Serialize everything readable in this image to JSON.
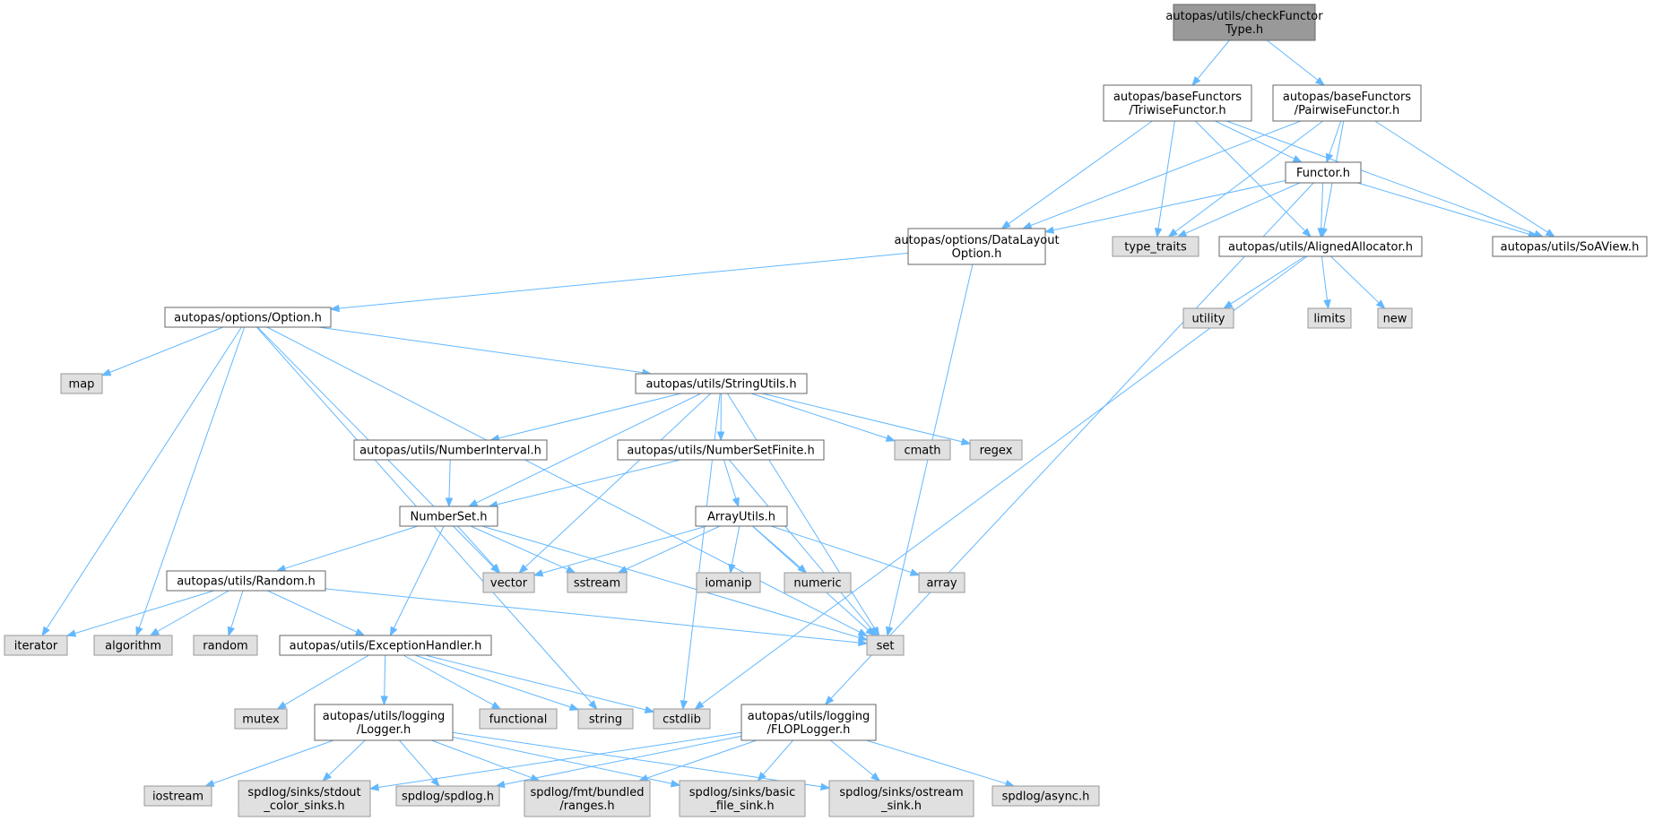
{
  "diagram": {
    "colors": {
      "edge": "#63b8ff",
      "root_fill": "#999999",
      "local_fill": "#ffffff",
      "system_fill": "#e0e0e0",
      "border": "#666666"
    },
    "nodes": [
      {
        "id": "root",
        "kind": "root",
        "lines": [
          "autopas/utils/checkFunctor",
          "Type.h"
        ]
      },
      {
        "id": "triwise",
        "kind": "local",
        "lines": [
          "autopas/baseFunctors",
          "/TriwiseFunctor.h"
        ]
      },
      {
        "id": "pairwise",
        "kind": "local",
        "lines": [
          "autopas/baseFunctors",
          "/PairwiseFunctor.h"
        ]
      },
      {
        "id": "functor",
        "kind": "local",
        "lines": [
          "Functor.h"
        ]
      },
      {
        "id": "datalayout",
        "kind": "local",
        "lines": [
          "autopas/options/DataLayout",
          "Option.h"
        ]
      },
      {
        "id": "type_traits",
        "kind": "system",
        "lines": [
          "type_traits"
        ]
      },
      {
        "id": "aligned",
        "kind": "local",
        "lines": [
          "autopas/utils/AlignedAllocator.h"
        ]
      },
      {
        "id": "soaview",
        "kind": "local",
        "lines": [
          "autopas/utils/SoAView.h"
        ]
      },
      {
        "id": "option",
        "kind": "local",
        "lines": [
          "autopas/options/Option.h"
        ]
      },
      {
        "id": "utility",
        "kind": "system",
        "lines": [
          "utility"
        ]
      },
      {
        "id": "limits",
        "kind": "system",
        "lines": [
          "limits"
        ]
      },
      {
        "id": "new",
        "kind": "system",
        "lines": [
          "new"
        ]
      },
      {
        "id": "map",
        "kind": "system",
        "lines": [
          "map"
        ]
      },
      {
        "id": "stringutils",
        "kind": "local",
        "lines": [
          "autopas/utils/StringUtils.h"
        ]
      },
      {
        "id": "numinterval",
        "kind": "local",
        "lines": [
          "autopas/utils/NumberInterval.h"
        ]
      },
      {
        "id": "numsetfinite",
        "kind": "local",
        "lines": [
          "autopas/utils/NumberSetFinite.h"
        ]
      },
      {
        "id": "cmath",
        "kind": "system",
        "lines": [
          "cmath"
        ]
      },
      {
        "id": "regex",
        "kind": "system",
        "lines": [
          "regex"
        ]
      },
      {
        "id": "numberset",
        "kind": "local",
        "lines": [
          "NumberSet.h"
        ]
      },
      {
        "id": "arrayutils",
        "kind": "local",
        "lines": [
          "ArrayUtils.h"
        ]
      },
      {
        "id": "random_h",
        "kind": "local",
        "lines": [
          "autopas/utils/Random.h"
        ]
      },
      {
        "id": "vector",
        "kind": "system",
        "lines": [
          "vector"
        ]
      },
      {
        "id": "sstream",
        "kind": "system",
        "lines": [
          "sstream"
        ]
      },
      {
        "id": "iomanip",
        "kind": "system",
        "lines": [
          "iomanip"
        ]
      },
      {
        "id": "numeric",
        "kind": "system",
        "lines": [
          "numeric"
        ]
      },
      {
        "id": "array",
        "kind": "system",
        "lines": [
          "array"
        ]
      },
      {
        "id": "iterator",
        "kind": "system",
        "lines": [
          "iterator"
        ]
      },
      {
        "id": "algorithm",
        "kind": "system",
        "lines": [
          "algorithm"
        ]
      },
      {
        "id": "random",
        "kind": "system",
        "lines": [
          "random"
        ]
      },
      {
        "id": "exception",
        "kind": "local",
        "lines": [
          "autopas/utils/ExceptionHandler.h"
        ]
      },
      {
        "id": "set",
        "kind": "system",
        "lines": [
          "set"
        ]
      },
      {
        "id": "mutex",
        "kind": "system",
        "lines": [
          "mutex"
        ]
      },
      {
        "id": "logger",
        "kind": "local",
        "lines": [
          "autopas/utils/logging",
          "/Logger.h"
        ]
      },
      {
        "id": "functional",
        "kind": "system",
        "lines": [
          "functional"
        ]
      },
      {
        "id": "string",
        "kind": "system",
        "lines": [
          "string"
        ]
      },
      {
        "id": "cstdlib",
        "kind": "system",
        "lines": [
          "cstdlib"
        ]
      },
      {
        "id": "floplogger",
        "kind": "local",
        "lines": [
          "autopas/utils/logging",
          "/FLOPLogger.h"
        ]
      },
      {
        "id": "iostream",
        "kind": "system",
        "lines": [
          "iostream"
        ]
      },
      {
        "id": "stdout_sinks",
        "kind": "system",
        "lines": [
          "spdlog/sinks/stdout",
          "_color_sinks.h"
        ]
      },
      {
        "id": "spdlog",
        "kind": "system",
        "lines": [
          "spdlog/spdlog.h"
        ]
      },
      {
        "id": "ranges",
        "kind": "system",
        "lines": [
          "spdlog/fmt/bundled",
          "/ranges.h"
        ]
      },
      {
        "id": "basic_sink",
        "kind": "system",
        "lines": [
          "spdlog/sinks/basic",
          "_file_sink.h"
        ]
      },
      {
        "id": "ostream_sink",
        "kind": "system",
        "lines": [
          "spdlog/sinks/ostream",
          "_sink.h"
        ]
      },
      {
        "id": "async",
        "kind": "system",
        "lines": [
          "spdlog/async.h"
        ]
      }
    ],
    "edges": [
      [
        "root",
        "triwise"
      ],
      [
        "root",
        "pairwise"
      ],
      [
        "triwise",
        "datalayout"
      ],
      [
        "triwise",
        "type_traits"
      ],
      [
        "triwise",
        "functor"
      ],
      [
        "triwise",
        "aligned"
      ],
      [
        "triwise",
        "soaview"
      ],
      [
        "pairwise",
        "datalayout"
      ],
      [
        "pairwise",
        "type_traits"
      ],
      [
        "pairwise",
        "functor"
      ],
      [
        "pairwise",
        "aligned"
      ],
      [
        "pairwise",
        "soaview"
      ],
      [
        "functor",
        "datalayout"
      ],
      [
        "functor",
        "type_traits"
      ],
      [
        "functor",
        "aligned"
      ],
      [
        "functor",
        "soaview"
      ],
      [
        "functor",
        "floplogger"
      ],
      [
        "datalayout",
        "option"
      ],
      [
        "datalayout",
        "set"
      ],
      [
        "aligned",
        "utility"
      ],
      [
        "aligned",
        "limits"
      ],
      [
        "aligned",
        "new"
      ],
      [
        "aligned",
        "cstdlib"
      ],
      [
        "option",
        "map"
      ],
      [
        "option",
        "stringutils"
      ],
      [
        "option",
        "iterator"
      ],
      [
        "option",
        "algorithm"
      ],
      [
        "option",
        "vector"
      ],
      [
        "option",
        "string"
      ],
      [
        "option",
        "set"
      ],
      [
        "stringutils",
        "numinterval"
      ],
      [
        "stringutils",
        "numsetfinite"
      ],
      [
        "stringutils",
        "cmath"
      ],
      [
        "stringutils",
        "regex"
      ],
      [
        "stringutils",
        "numberset"
      ],
      [
        "stringutils",
        "vector"
      ],
      [
        "stringutils",
        "set"
      ],
      [
        "stringutils",
        "cstdlib"
      ],
      [
        "numinterval",
        "numberset"
      ],
      [
        "numsetfinite",
        "numberset"
      ],
      [
        "numsetfinite",
        "arrayutils"
      ],
      [
        "numsetfinite",
        "set"
      ],
      [
        "numberset",
        "random_h"
      ],
      [
        "numberset",
        "vector"
      ],
      [
        "numberset",
        "sstream"
      ],
      [
        "numberset",
        "exception"
      ],
      [
        "numberset",
        "set"
      ],
      [
        "arrayutils",
        "vector"
      ],
      [
        "arrayutils",
        "sstream"
      ],
      [
        "arrayutils",
        "iomanip"
      ],
      [
        "arrayutils",
        "numeric"
      ],
      [
        "arrayutils",
        "array"
      ],
      [
        "arrayutils",
        "set"
      ],
      [
        "random_h",
        "iterator"
      ],
      [
        "random_h",
        "algorithm"
      ],
      [
        "random_h",
        "random"
      ],
      [
        "random_h",
        "exception"
      ],
      [
        "random_h",
        "set"
      ],
      [
        "exception",
        "mutex"
      ],
      [
        "exception",
        "logger"
      ],
      [
        "exception",
        "functional"
      ],
      [
        "exception",
        "string"
      ],
      [
        "exception",
        "cstdlib"
      ],
      [
        "logger",
        "iostream"
      ],
      [
        "logger",
        "stdout_sinks"
      ],
      [
        "logger",
        "spdlog"
      ],
      [
        "logger",
        "ranges"
      ],
      [
        "logger",
        "basic_sink"
      ],
      [
        "logger",
        "ostream_sink"
      ],
      [
        "floplogger",
        "stdout_sinks"
      ],
      [
        "floplogger",
        "spdlog"
      ],
      [
        "floplogger",
        "ranges"
      ],
      [
        "floplogger",
        "basic_sink"
      ],
      [
        "floplogger",
        "ostream_sink"
      ],
      [
        "floplogger",
        "async"
      ]
    ]
  }
}
